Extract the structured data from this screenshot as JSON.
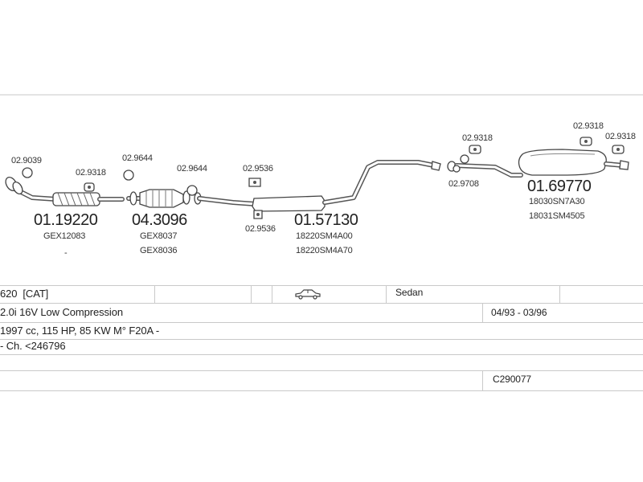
{
  "parts": [
    {
      "id": "p1",
      "code": "02.9039"
    },
    {
      "id": "p2",
      "code": "02.9318"
    },
    {
      "id": "p3",
      "code": "02.9644"
    },
    {
      "id": "p4",
      "code": "02.9644"
    },
    {
      "id": "p5",
      "code": "02.9536"
    },
    {
      "id": "p6",
      "code": "02.9536"
    },
    {
      "id": "p7",
      "code": "02.9318"
    },
    {
      "id": "p8",
      "code": "02.9708"
    },
    {
      "id": "p9",
      "code": "02.9318"
    },
    {
      "id": "p10",
      "code": "02.9318"
    }
  ],
  "assemblies": [
    {
      "id": "a1",
      "number": "01.19220",
      "refs": [
        "GEX12083"
      ]
    },
    {
      "id": "a2",
      "number": "04.3096",
      "refs": [
        "GEX8037",
        "GEX8036"
      ]
    },
    {
      "id": "a3",
      "number": "01.57130",
      "refs": [
        "18220SM4A00",
        "18220SM4A70"
      ]
    },
    {
      "id": "a4",
      "number": "01.69770",
      "refs": [
        "18030SN7A30",
        "18031SM4505"
      ]
    }
  ],
  "dash_mark": "-",
  "info_rows": {
    "model": "620  [CAT]",
    "body": "Sedan",
    "engine": "2.0i 16V Low Compression",
    "dates": "04/93 - 03/96",
    "specs": "1997 cc, 115 HP, 85 KW M° F20A -",
    "chassis": "- Ch. <246796",
    "catalog_code": "C290077"
  },
  "icons": {
    "car": "sedan-car-icon"
  }
}
